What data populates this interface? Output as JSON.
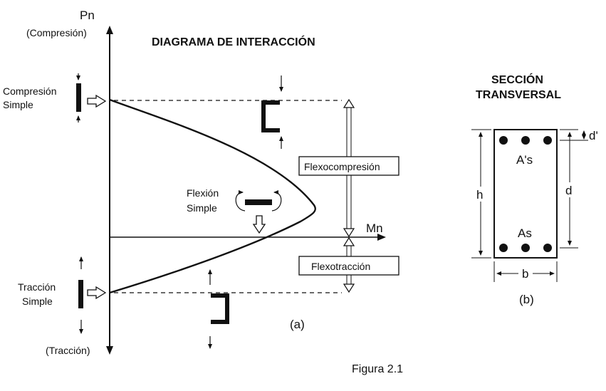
{
  "diagram_a": {
    "title": "DIAGRAMA DE INTERACCIÓN",
    "axis_y_label": "Pn",
    "axis_y_positive": "(Compresión)",
    "axis_y_negative": "(Tracción)",
    "axis_x_label": "Mn",
    "compression_label_1": "Compresión",
    "compression_label_2": "Simple",
    "tension_label_1": "Tracción",
    "tension_label_2": "Simple",
    "flexion_label_1": "Flexión",
    "flexion_label_2": "Simple",
    "region_upper": "Flexocompresión",
    "region_lower": "Flexotracción",
    "caption": "(a)"
  },
  "diagram_b": {
    "title_1": "SECCIÓN",
    "title_2": "TRANSVERSAL",
    "top_steel": "A's",
    "bottom_steel": "As",
    "dim_h": "h",
    "dim_d": "d",
    "dim_d_prime": "d'",
    "dim_b": "b",
    "caption": "(b)"
  },
  "figure_caption": "Figura 2.1"
}
